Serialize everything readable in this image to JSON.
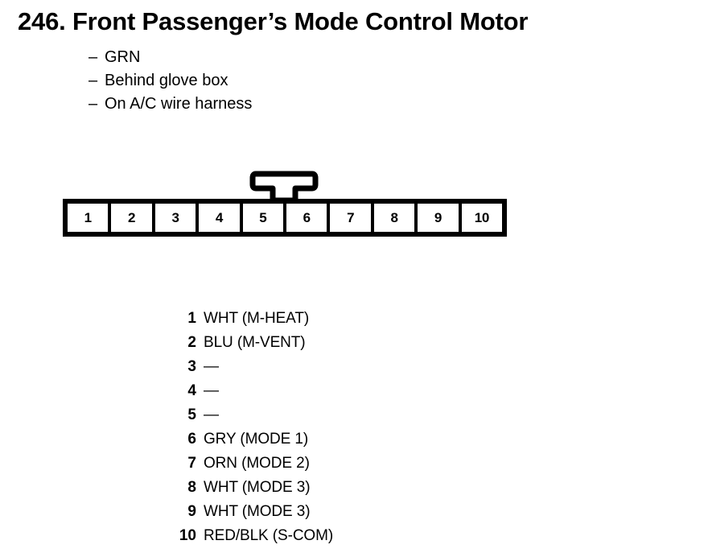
{
  "document": {
    "item_number": "246.",
    "title": "246. Front Passenger’s Mode Control Motor",
    "notes_dash": "–",
    "notes": [
      {
        "text": "GRN"
      },
      {
        "text": "Behind glove box"
      },
      {
        "text": "On A/C wire harness"
      }
    ]
  },
  "connector": {
    "pin_count": 10,
    "cells": [
      {
        "number": "1"
      },
      {
        "number": "2"
      },
      {
        "number": "3"
      },
      {
        "number": "4"
      },
      {
        "number": "5"
      },
      {
        "number": "6"
      },
      {
        "number": "7"
      },
      {
        "number": "8"
      },
      {
        "number": "9"
      },
      {
        "number": "10"
      }
    ],
    "latch": {
      "shape": "t-tab"
    },
    "colors": {
      "outline": "#000000",
      "cell_fill": "#ffffff"
    }
  },
  "pin_legend": [
    {
      "number": "1",
      "label": "WHT (M-HEAT)"
    },
    {
      "number": "2",
      "label": "BLU (M-VENT)"
    },
    {
      "number": "3",
      "label": "—"
    },
    {
      "number": "4",
      "label": "—"
    },
    {
      "number": "5",
      "label": "—"
    },
    {
      "number": "6",
      "label": "GRY (MODE 1)"
    },
    {
      "number": "7",
      "label": "ORN (MODE 2)"
    },
    {
      "number": "8",
      "label": "WHT (MODE 3)"
    },
    {
      "number": "9",
      "label": "WHT (MODE 3)"
    },
    {
      "number": "10",
      "label": "RED/BLK (S-COM)"
    }
  ]
}
